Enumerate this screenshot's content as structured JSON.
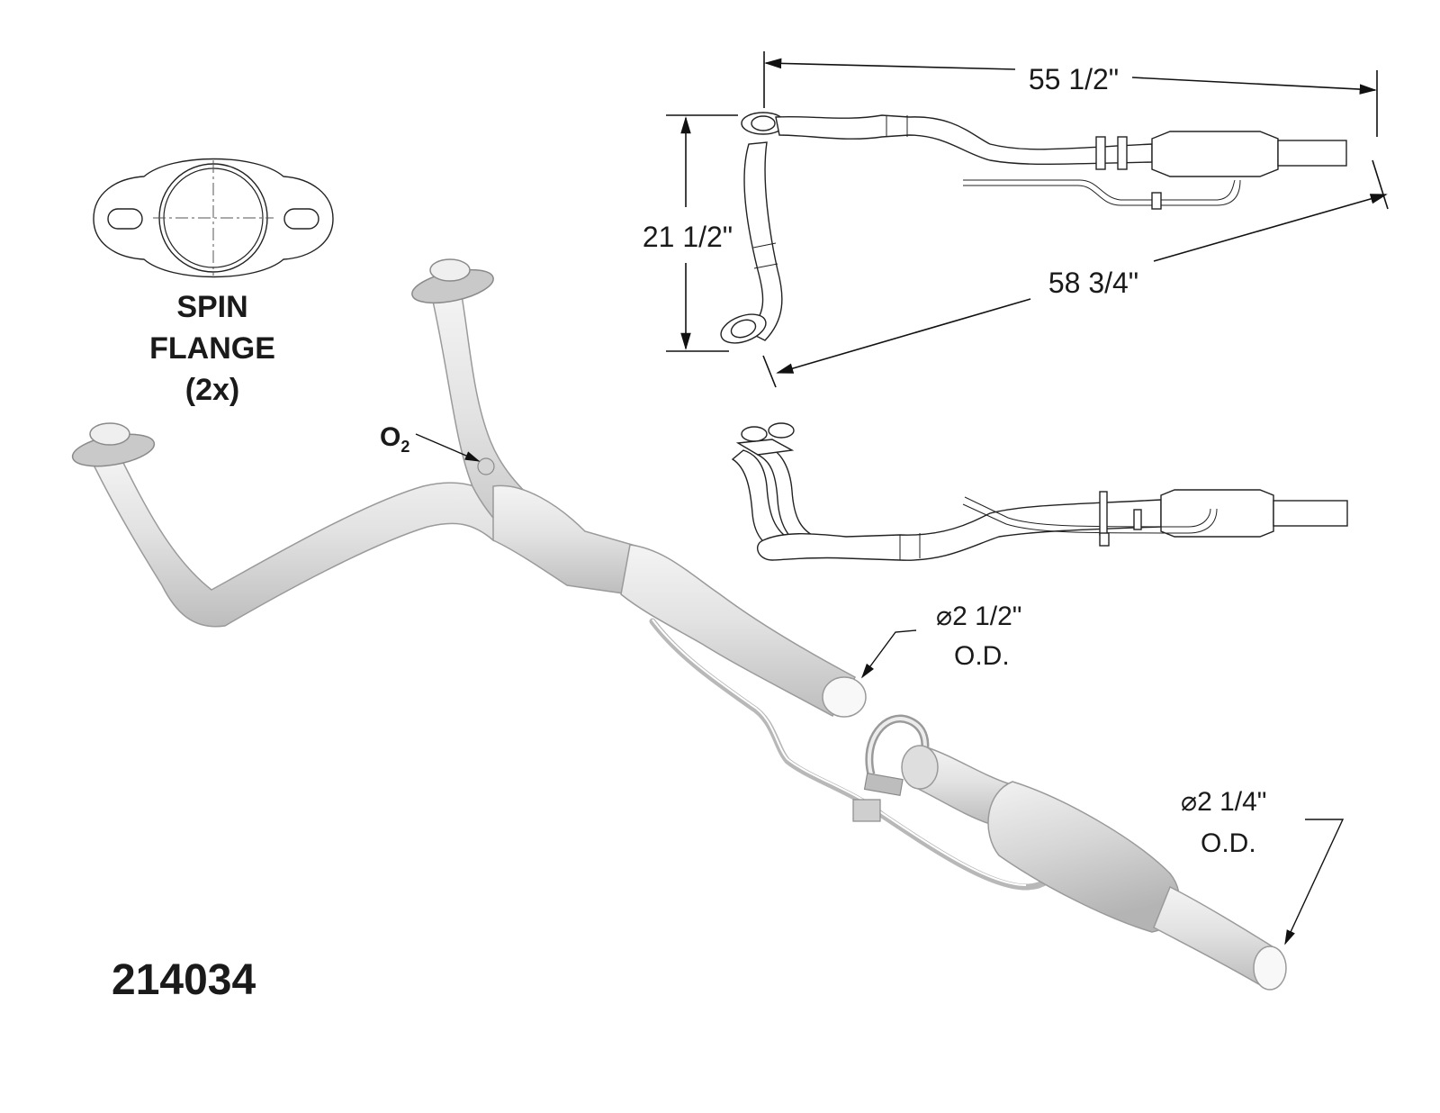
{
  "part_number": "214034",
  "flange": {
    "line1": "SPIN",
    "line2": "FLANGE",
    "line3": "(2x)"
  },
  "sensor": {
    "label": "O",
    "subscript": "2"
  },
  "dimensions": {
    "overall_length": "55 1/2\"",
    "diagonal_length": "58 3/4\"",
    "height": "21 1/2\""
  },
  "inlet_diameter": {
    "symbol": "⌀",
    "value": "2 1/2\"",
    "unit": "O.D."
  },
  "outlet_diameter": {
    "symbol": "⌀",
    "value": "2 1/4\"",
    "unit": "O.D."
  },
  "colors": {
    "pipe_fill": "#e6e6e6",
    "pipe_shadow": "#c4c4c4",
    "pipe_highlight": "#f7f7f7",
    "line": "#222222"
  }
}
